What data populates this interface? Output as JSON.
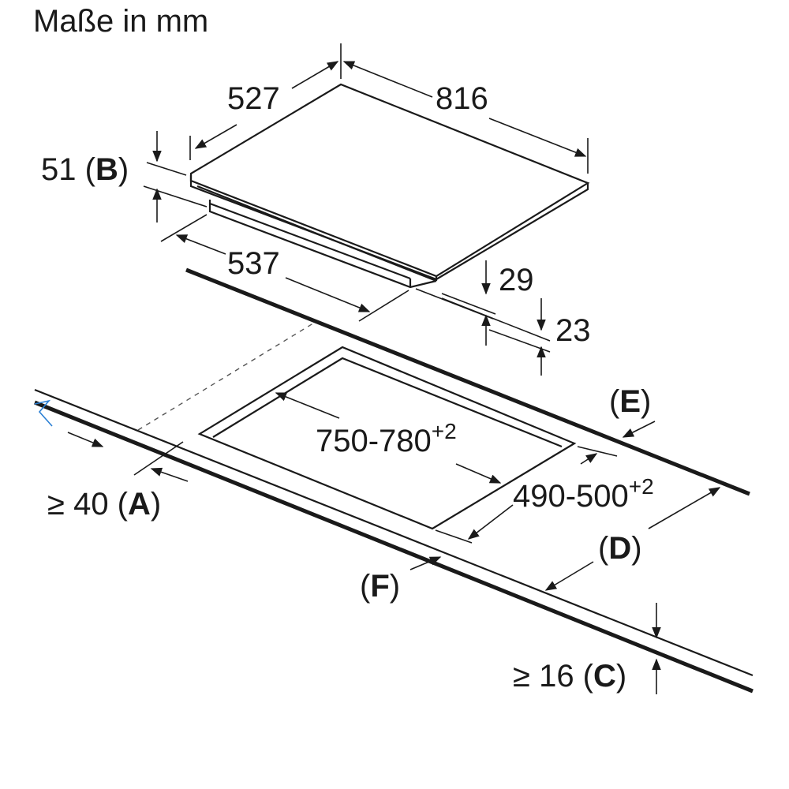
{
  "title": "Maße in mm",
  "dimensions": {
    "width": "816",
    "depth": "527",
    "height_b_value": "51",
    "height_b_letter": "B",
    "underside_width": "537",
    "depth_29": "29",
    "depth_23": "23",
    "cutout_width_value": "750-780",
    "cutout_width_tol": "+2",
    "cutout_depth_value": "490-500",
    "cutout_depth_tol": "+2",
    "min_a_prefix": "≥ 40",
    "min_a_letter": "A",
    "min_c_prefix": "≥ 16",
    "min_c_letter": "C",
    "label_d": "D",
    "label_e": "E",
    "label_f": "F"
  },
  "colors": {
    "line": "#1a1a1a",
    "accent_mark": "#2a7fd4",
    "background": "#ffffff"
  }
}
